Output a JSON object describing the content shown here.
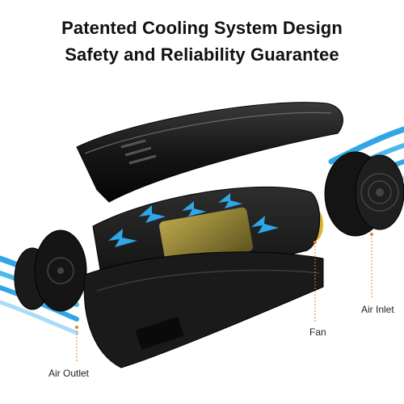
{
  "headline": {
    "line1": "Patented Cooling System Design",
    "line2": "Safety and Reliability Guarantee"
  },
  "labels": {
    "air_outlet": "Air Outlet",
    "fan": "Fan",
    "air_inlet": "Air Inlet"
  },
  "colors": {
    "airflow": "#2fa6e6",
    "airflow_light": "#a9dcf7",
    "body": "#1b1b1b",
    "motor": "#8a7a2a",
    "fan_blade": "#d9b23a",
    "leader_line": "#e8802a",
    "text": "#111111"
  }
}
